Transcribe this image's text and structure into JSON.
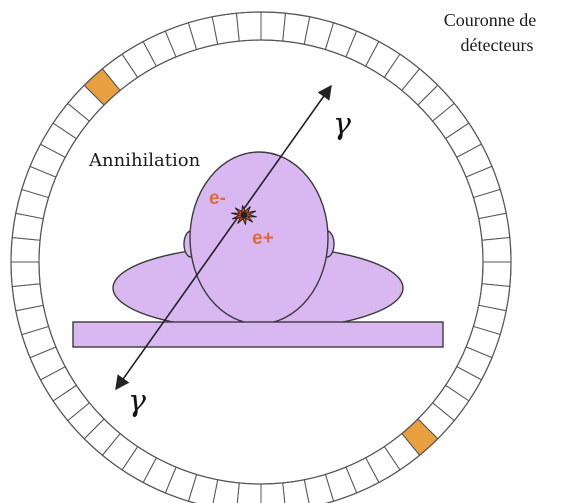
{
  "labels": {
    "detector_ring_line1": "Couronne de",
    "detector_ring_line2": "détecteurs",
    "annihilation": "Annihilation",
    "electron": "e-",
    "positron": "e+",
    "gamma_upper": "γ",
    "gamma_lower": "γ"
  },
  "detector_ring": {
    "segment_count": 64,
    "highlighted_segment_color": "#e8a040",
    "segment_fill": "#ffffff",
    "segment_stroke": "#555555"
  },
  "colors": {
    "body_fill": "#d9b8f2",
    "body_stroke": "#3a3a3a",
    "table_fill": "#d9b8f2",
    "particle_text": "#e06a3c",
    "burst_fill": "#e0531f",
    "burst_core": "#222222",
    "arrow": "#222222"
  }
}
